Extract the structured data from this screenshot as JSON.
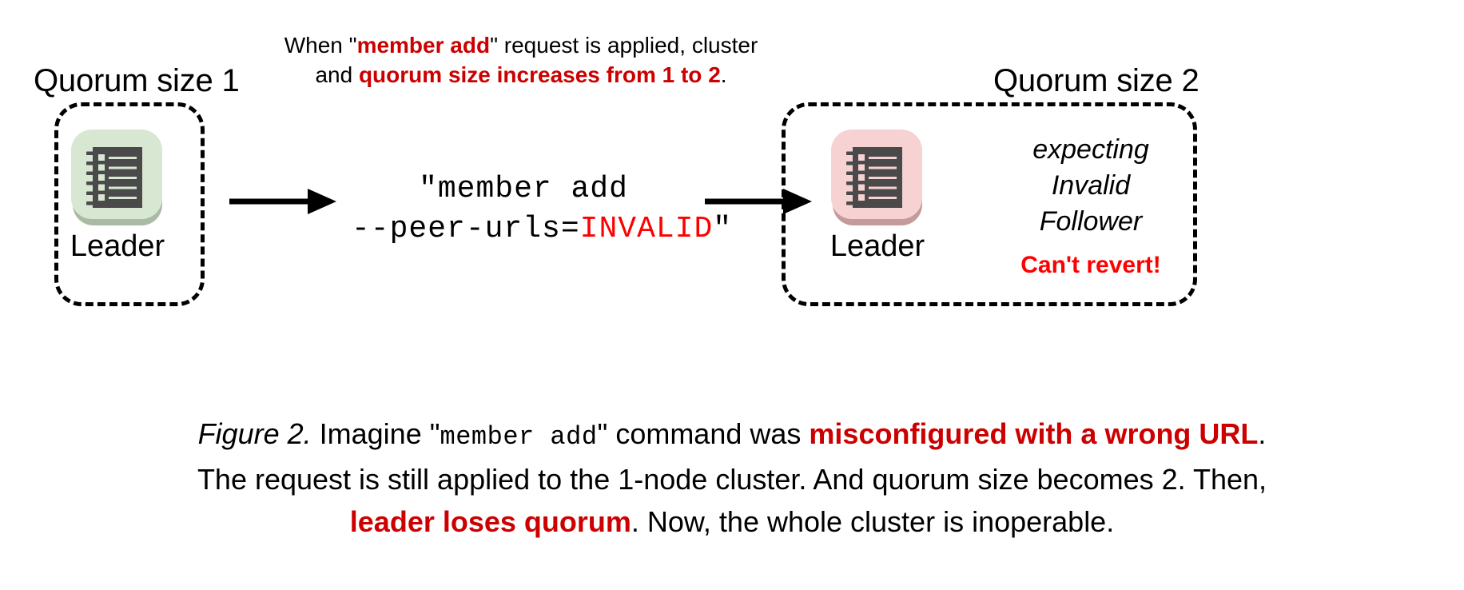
{
  "figure": {
    "colors": {
      "accent_red_dark": "#CC0000",
      "accent_red_bright": "#FF0000",
      "ok_green_plate": "#D8E7D2",
      "ok_green_shadow": "#A9BBA4",
      "bad_pink_plate": "#F7D2D2",
      "bad_pink_shadow": "#C49B9B",
      "icon_gray": "#4A4A4A",
      "stroke_black": "#000000",
      "background": "#FFFFFF"
    },
    "clusters": {
      "left": {
        "title": "Quorum size 1",
        "node_label": "Leader",
        "icon_name": "notebook-icon"
      },
      "right": {
        "title": "Quorum size 2",
        "node_label": "Leader",
        "icon_name": "notebook-icon",
        "status_lines": [
          "expecting",
          "Invalid",
          "Follower"
        ],
        "warning": "Can't revert!"
      }
    },
    "top_note": {
      "part1": "When \"",
      "emph1": "member add",
      "part2": "\" request is applied,",
      "part3": "cluster and ",
      "emph2": "quorum size increases from 1 to 2",
      "part4": "."
    },
    "command": {
      "line1_prefix": "\"member add",
      "line2_prefix": "--peer-urls=",
      "line2_invalid": "INVALID",
      "line2_suffix": "\""
    },
    "arrows": {
      "arrow_1_name": "arrow-leader-to-command",
      "arrow_2_name": "arrow-command-to-cluster"
    },
    "caption": {
      "label": "Figure 2.",
      "seg1": " Imagine \"",
      "mono1": "member add",
      "seg2": "\" command was ",
      "emph1": "misconfigured with a wrong URL",
      "seg3": ".",
      "line2": "The request is still applied to the 1-node cluster. And quorum size becomes 2. Then,",
      "emph2": "leader loses quorum",
      "seg4": ". Now, the whole cluster is inoperable."
    }
  }
}
